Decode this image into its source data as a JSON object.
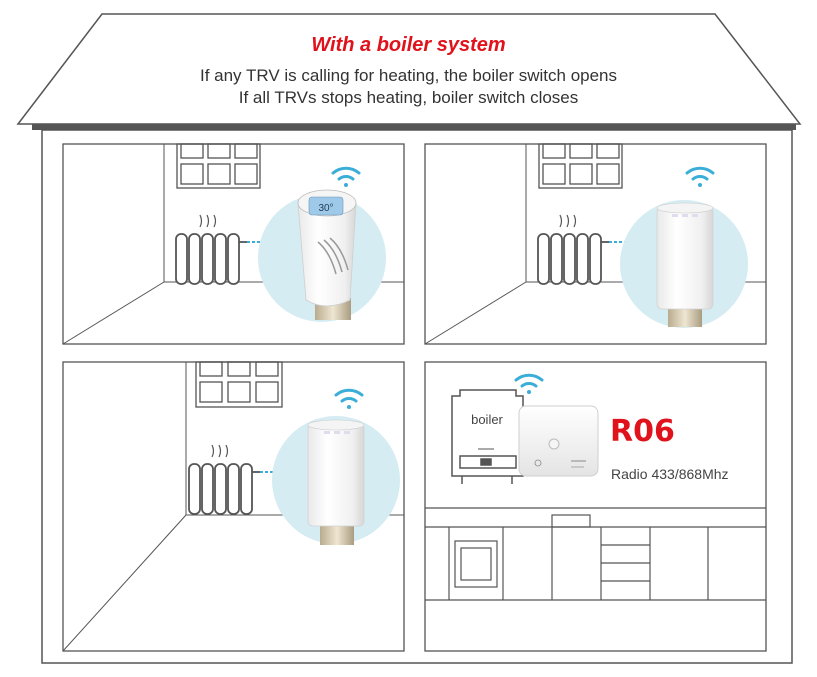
{
  "header": {
    "title": "With a boiler system",
    "line1": "If any TRV is calling for heating, the boiler switch opens",
    "line2": "If all TRVs stops heating, boiler switch closes"
  },
  "trv_display": {
    "temperature": "30°"
  },
  "receiver": {
    "boiler_label": "boiler",
    "model": "R06",
    "radio": "Radio 433/868Mhz"
  },
  "colors": {
    "accent_red": "#e0121b",
    "wifi_blue": "#3aaed8",
    "circle_bg": "#d5ecf2",
    "line": "#555555"
  }
}
